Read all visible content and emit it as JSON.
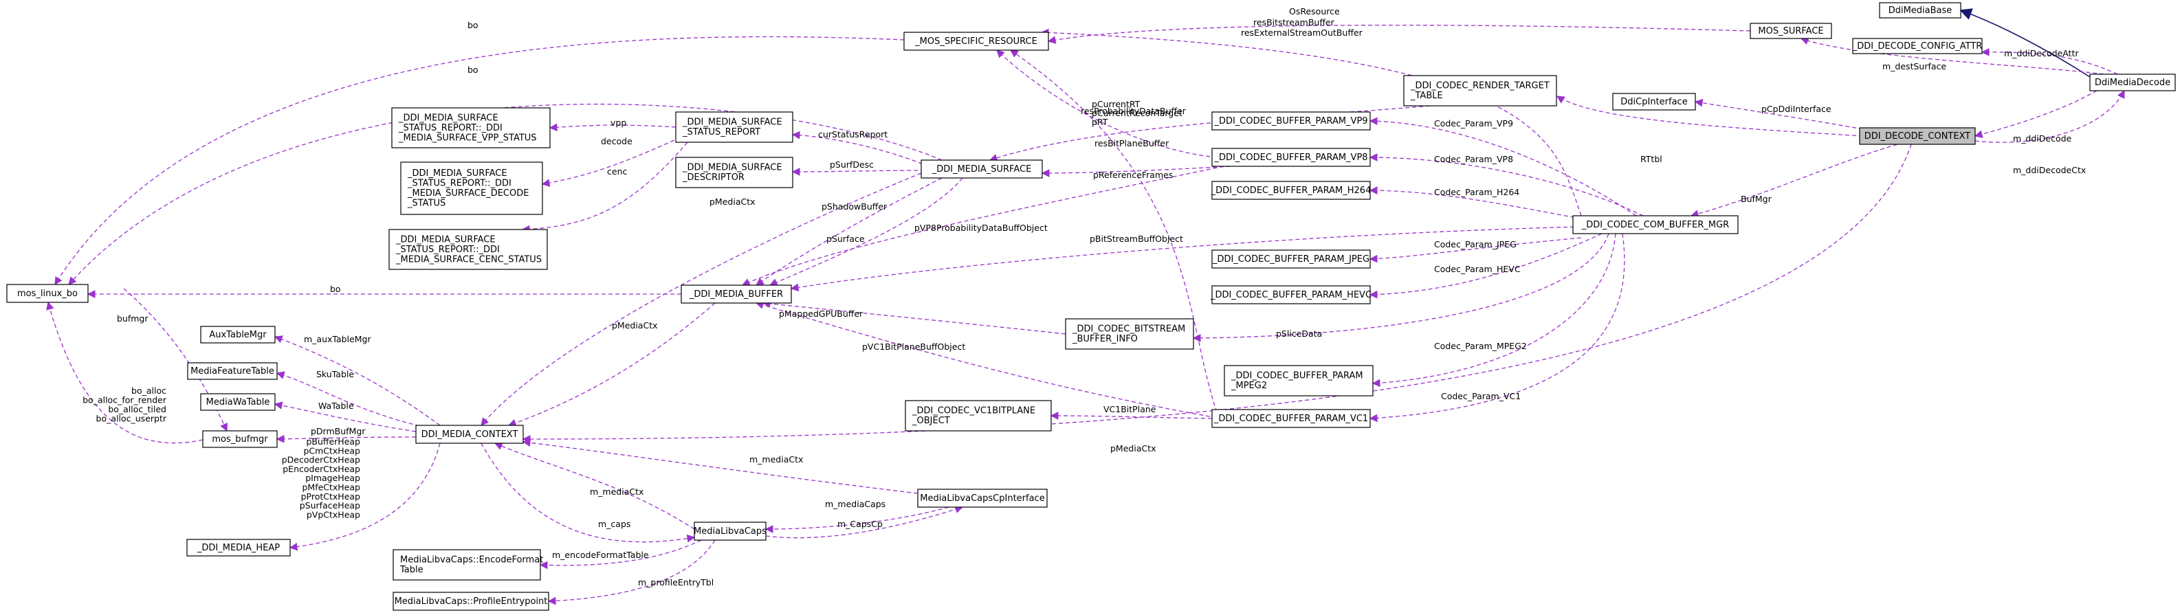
{
  "nodes": {
    "ddi_decode_context": "DDI_DECODE_CONTEXT",
    "ddi_media_base": "DdiMediaBase",
    "ddi_decode_config_attr": "_DDI_DECODE_CONFIG_ATTR",
    "ddi_media_decode": "DdiMediaDecode",
    "ddi_cp_interface": "DdiCpInterface",
    "mos_surface": "MOS_SURFACE",
    "mos_specific_resource": "_MOS_SPECIFIC_RESOURCE",
    "render_target_table": [
      "_DDI_CODEC_RENDER_TARGET",
      "_TABLE"
    ],
    "buffer_param_vp9": "_DDI_CODEC_BUFFER_PARAM_VP9",
    "buffer_param_vp8": "_DDI_CODEC_BUFFER_PARAM_VP8",
    "buffer_param_h264": "_DDI_CODEC_BUFFER_PARAM_H264",
    "com_buffer_mgr": "_DDI_CODEC_COM_BUFFER_MGR",
    "buffer_param_jpeg": "_DDI_CODEC_BUFFER_PARAM_JPEG",
    "buffer_param_hevc": "_DDI_CODEC_BUFFER_PARAM_HEVC",
    "bitstream_buffer_info": [
      "_DDI_CODEC_BITSTREAM",
      "_BUFFER_INFO"
    ],
    "buffer_param_mpeg2": [
      "_DDI_CODEC_BUFFER_PARAM",
      "_MPEG2"
    ],
    "vc1_bitplane_object": [
      "_DDI_CODEC_VC1BITPLANE",
      "_OBJECT"
    ],
    "buffer_param_vc1": "_DDI_CODEC_BUFFER_PARAM_VC1",
    "ddi_media_surface": "_DDI_MEDIA_SURFACE",
    "surface_status_report": [
      "_DDI_MEDIA_SURFACE",
      "_STATUS_REPORT"
    ],
    "surface_descriptor": [
      "_DDI_MEDIA_SURFACE",
      "_DESCRIPTOR"
    ],
    "ddi_media_buffer": "_DDI_MEDIA_BUFFER",
    "status_report_vpp": [
      "_DDI_MEDIA_SURFACE",
      "_STATUS_REPORT::_DDI",
      "_MEDIA_SURFACE_VPP_STATUS"
    ],
    "status_report_decode": [
      "_DDI_MEDIA_SURFACE",
      "_STATUS_REPORT::_DDI",
      "_MEDIA_SURFACE_DECODE",
      "_STATUS"
    ],
    "status_report_cenc": [
      "_DDI_MEDIA_SURFACE",
      "_STATUS_REPORT::_DDI",
      "_MEDIA_SURFACE_CENC_STATUS"
    ],
    "mos_linux_bo": "mos_linux_bo",
    "aux_table_mgr": "AuxTableMgr",
    "media_feature_table": "MediaFeatureTable",
    "media_wa_table": "MediaWaTable",
    "mos_bufmgr": "mos_bufmgr",
    "ddi_media_context": "DDI_MEDIA_CONTEXT",
    "ddi_media_heap": "_DDI_MEDIA_HEAP",
    "media_libva_caps": "MediaLibvaCaps",
    "media_libva_caps_cp_interface": "MediaLibvaCapsCpInterface",
    "encode_format_table": [
      "MediaLibvaCaps::EncodeFormat",
      "Table"
    ],
    "profile_entrypoint": "MediaLibvaCaps::ProfileEntrypoint"
  },
  "edge_labels": {
    "m_ddiDecodeAttr": "m_ddiDecodeAttr",
    "m_destSurface": "m_destSurface",
    "m_ddiDecode": "m_ddiDecode",
    "m_ddiDecodeCtx": "m_ddiDecodeCtx",
    "pCpDdiInterface": "pCpDdiInterface",
    "RTtbl": "RTtbl",
    "BufMgr": "BufMgr",
    "pMediaCtx_ctx": "pMediaCtx",
    "OsResource": "OsResource",
    "resBitstreamBuffer": "resBitstreamBuffer",
    "resExternalStreamOutBuffer": "resExternalStreamOutBuffer",
    "resProbabilityDataBuffer": "resProbabilityDataBuffer",
    "resBitPlaneBuffer": "resBitPlaneBuffer",
    "bo_resource": "bo",
    "bo_surface": "bo",
    "bo_buffer": "bo",
    "rt_labels": [
      "pCurrentRT",
      "pCurrentReconTarget",
      "pRT"
    ],
    "pReferenceFrames": "pReferenceFrames",
    "Codec_Param_VP9": "Codec_Param_VP9",
    "Codec_Param_VP8": "Codec_Param_VP8",
    "Codec_Param_H264": "Codec_Param_H264",
    "Codec_Param_JPEG": "Codec_Param_JPEG",
    "Codec_Param_HEVC": "Codec_Param_HEVC",
    "Codec_Param_MPEG2": "Codec_Param_MPEG2",
    "Codec_Param_VC1": "Codec_Param_VC1",
    "pBitStreamBuffObject": "pBitStreamBuffObject",
    "pVP8ProbabilityDataBuffObject": "pVP8ProbabilityDataBuffObject",
    "pSliceData": "pSliceData",
    "pMappedGPUBuffer": "pMappedGPUBuffer",
    "pVC1BitPlaneBuffObject": "pVC1BitPlaneBuffObject",
    "VC1BitPlane": "VC1BitPlane",
    "curStatusReport": "curStatusReport",
    "pSurfDesc": "pSurfDesc",
    "vpp": "vpp",
    "decode": "decode",
    "cenc": "cenc",
    "pShadowBuffer": "pShadowBuffer",
    "pSurface": "pSurface",
    "pMediaCtx_surface": "pMediaCtx",
    "pMediaCtx_buffer": "pMediaCtx",
    "bufmgr": "bufmgr",
    "bo_alloc_labels": [
      "bo_alloc",
      "bo_alloc_for_render",
      "bo_alloc_tiled",
      "bo_alloc_userptr"
    ],
    "m_auxTableMgr": "m_auxTableMgr",
    "SkuTable": "SkuTable",
    "WaTable": "WaTable",
    "pDrmBufMgr": "pDrmBufMgr",
    "heap_labels": [
      "pBufferHeap",
      "pCmCtxHeap",
      "pDecoderCtxHeap",
      "pEncoderCtxHeap",
      "pImageHeap",
      "pMfeCtxHeap",
      "pProtCtxHeap",
      "pSurfaceHeap",
      "pVpCtxHeap"
    ],
    "m_mediaCtx_interface": "m_mediaCtx",
    "m_mediaCtx_caps": "m_mediaCtx",
    "m_caps": "m_caps",
    "m_mediaCaps": "m_mediaCaps",
    "m_CapsCp": "m_CapsCp",
    "m_encodeFormatTable": "m_encodeFormatTable",
    "m_profileEntryTbl": "m_profileEntryTbl"
  }
}
